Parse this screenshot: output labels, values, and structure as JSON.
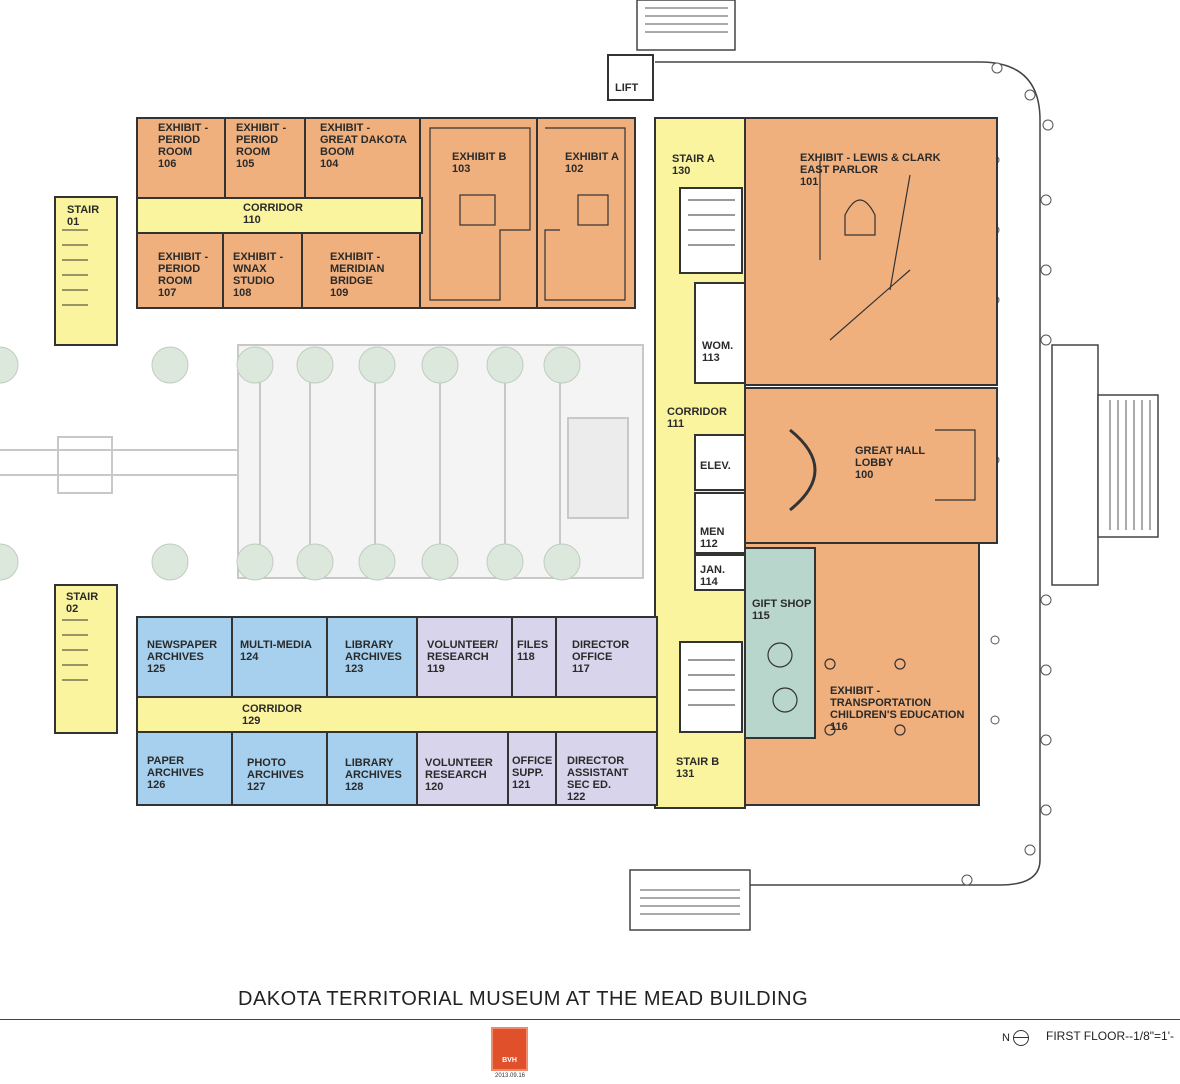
{
  "title": "DAKOTA TERRITORIAL MUSEUM AT THE MEAD BUILDING",
  "scale_note": "FIRST FLOOR--1/8\"=1'-",
  "north_label": "N",
  "logo": {
    "text": "BVH",
    "date": "2013.09.16"
  },
  "colors": {
    "exhibit": "#f0b07e",
    "corridor": "#fbf49e",
    "archive": "#a6d0ee",
    "office": "#d8d4ec",
    "gift": "#b8d6cc",
    "service": "#ffffff",
    "wall": "#333333"
  },
  "rooms": {
    "r106": {
      "lines": [
        "EXHIBIT -",
        "PERIOD",
        "ROOM",
        "106"
      ]
    },
    "r105": {
      "lines": [
        "EXHIBIT -",
        "PERIOD",
        "ROOM",
        "105"
      ]
    },
    "r104": {
      "lines": [
        "EXHIBIT -",
        "GREAT DAKOTA",
        "BOOM",
        "104"
      ]
    },
    "r103": {
      "lines": [
        "EXHIBIT B",
        "103"
      ]
    },
    "r102": {
      "lines": [
        "EXHIBIT A",
        "102"
      ]
    },
    "r130": {
      "lines": [
        "STAIR A",
        "130"
      ]
    },
    "r101": {
      "lines": [
        "EXHIBIT - LEWIS & CLARK",
        "EAST PARLOR",
        "101"
      ]
    },
    "stair01": {
      "lines": [
        "STAIR",
        "01"
      ]
    },
    "r110": {
      "lines": [
        "CORRIDOR",
        "110"
      ]
    },
    "r107": {
      "lines": [
        "EXHIBIT -",
        "PERIOD",
        "ROOM",
        "107"
      ]
    },
    "r108": {
      "lines": [
        "EXHIBIT -",
        "WNAX",
        "STUDIO",
        "108"
      ]
    },
    "r109": {
      "lines": [
        "EXHIBIT -",
        "MERIDIAN",
        "BRIDGE",
        "109"
      ]
    },
    "r113": {
      "lines": [
        "WOM.",
        "113"
      ]
    },
    "r111": {
      "lines": [
        "CORRIDOR",
        "111"
      ]
    },
    "elev": {
      "lines": [
        "ELEV."
      ]
    },
    "r100": {
      "lines": [
        "GREAT HALL",
        "LOBBY",
        "100"
      ]
    },
    "r112": {
      "lines": [
        "MEN",
        "112"
      ]
    },
    "r114": {
      "lines": [
        "JAN.",
        "114"
      ]
    },
    "r115": {
      "lines": [
        "GIFT SHOP",
        "115"
      ]
    },
    "stair02": {
      "lines": [
        "STAIR",
        "02"
      ]
    },
    "r125": {
      "lines": [
        "NEWSPAPER",
        "ARCHIVES",
        "125"
      ]
    },
    "r124": {
      "lines": [
        "MULTI-MEDIA",
        "124"
      ]
    },
    "r123": {
      "lines": [
        "LIBRARY",
        "ARCHIVES",
        "123"
      ]
    },
    "r119": {
      "lines": [
        "VOLUNTEER/",
        "RESEARCH",
        "119"
      ]
    },
    "r118": {
      "lines": [
        "FILES",
        "118"
      ]
    },
    "r117": {
      "lines": [
        "DIRECTOR",
        "OFFICE",
        "117"
      ]
    },
    "r116": {
      "lines": [
        "EXHIBIT -",
        "TRANSPORTATION",
        "CHILDREN'S EDUCATION",
        "116"
      ]
    },
    "r129": {
      "lines": [
        "CORRIDOR",
        "129"
      ]
    },
    "r126": {
      "lines": [
        "PAPER",
        "ARCHIVES",
        "126"
      ]
    },
    "r127": {
      "lines": [
        "PHOTO",
        "ARCHIVES",
        "127"
      ]
    },
    "r128": {
      "lines": [
        "LIBRARY",
        "ARCHIVES",
        "128"
      ]
    },
    "r120": {
      "lines": [
        "VOLUNTEER",
        "RESEARCH",
        "120"
      ]
    },
    "r121": {
      "lines": [
        "OFFICE",
        "SUPP.",
        "121"
      ]
    },
    "r122": {
      "lines": [
        "DIRECTOR",
        "ASSISTANT",
        "SEC ED.",
        "122"
      ]
    },
    "r131": {
      "lines": [
        "STAIR B",
        "131"
      ]
    },
    "lift": {
      "lines": [
        "LIFT"
      ]
    }
  }
}
